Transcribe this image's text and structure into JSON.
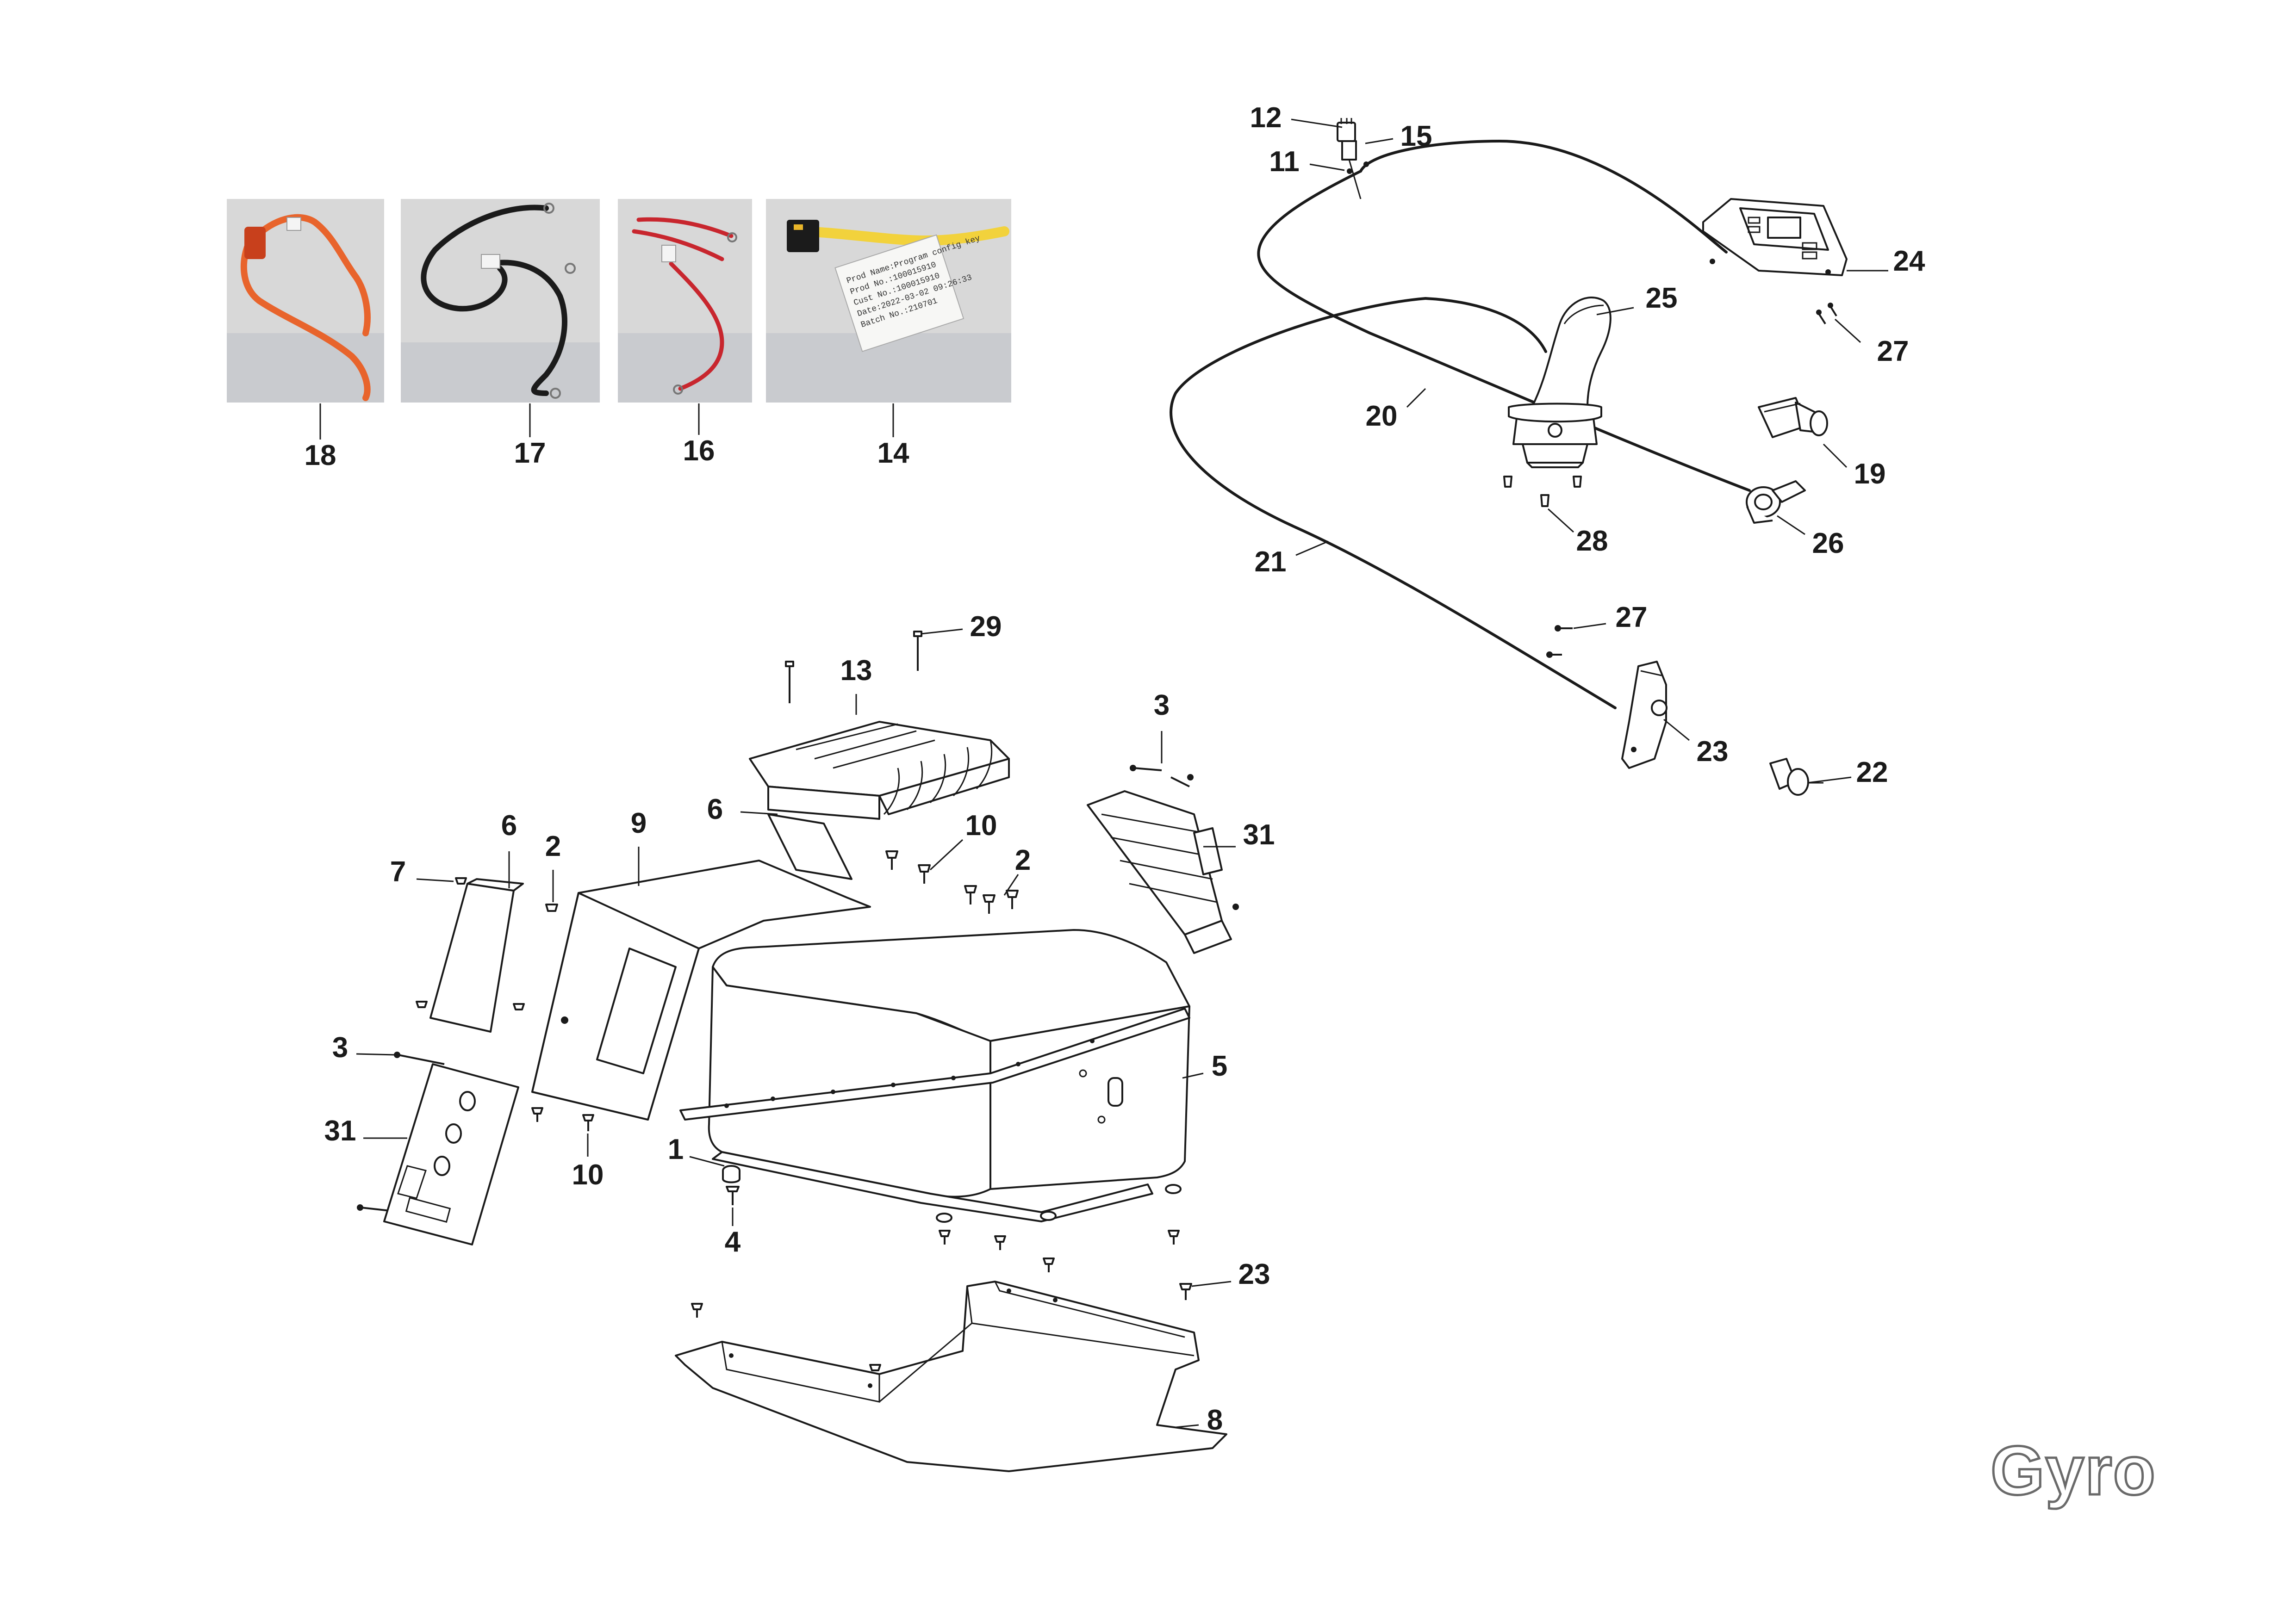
{
  "brand": {
    "logo_text": "Gyro"
  },
  "photo_parts": [
    {
      "id": "photo-part-18",
      "label": "18",
      "cable_color": "#e8642c"
    },
    {
      "id": "photo-part-17",
      "label": "17",
      "cable_color": "#1b1b1b"
    },
    {
      "id": "photo-part-16",
      "label": "16",
      "cable_color": "#c8262e"
    },
    {
      "id": "photo-part-14",
      "label": "14",
      "tag_color": "#f2d23c",
      "tag_text": "Prod Name:Program config key\nProd No.:100015910\nCust No.:100015910\nDate:2022-03-02 09:26:33\nBatch No.:210701"
    }
  ],
  "callouts": {
    "c1": "1",
    "c2a": "2",
    "c2b": "2",
    "c3a": "3",
    "c3b": "3",
    "c4": "4",
    "c5": "5",
    "c6a": "6",
    "c6b": "6",
    "c7": "7",
    "c8": "8",
    "c9": "9",
    "c10a": "10",
    "c10b": "10",
    "c11": "11",
    "c12": "12",
    "c13": "13",
    "c15": "15",
    "c19": "19",
    "c20": "20",
    "c21": "21",
    "c22": "22",
    "c23a": "23",
    "c23b": "23",
    "c24": "24",
    "c25": "25",
    "c26": "26",
    "c27a": "27",
    "c27b": "27",
    "c28": "28",
    "c29": "29",
    "c31a": "31",
    "c31b": "31"
  },
  "colors": {
    "line": "#1a1a1a",
    "background": "#ffffff",
    "logo_outline": "#6a6a6a"
  }
}
